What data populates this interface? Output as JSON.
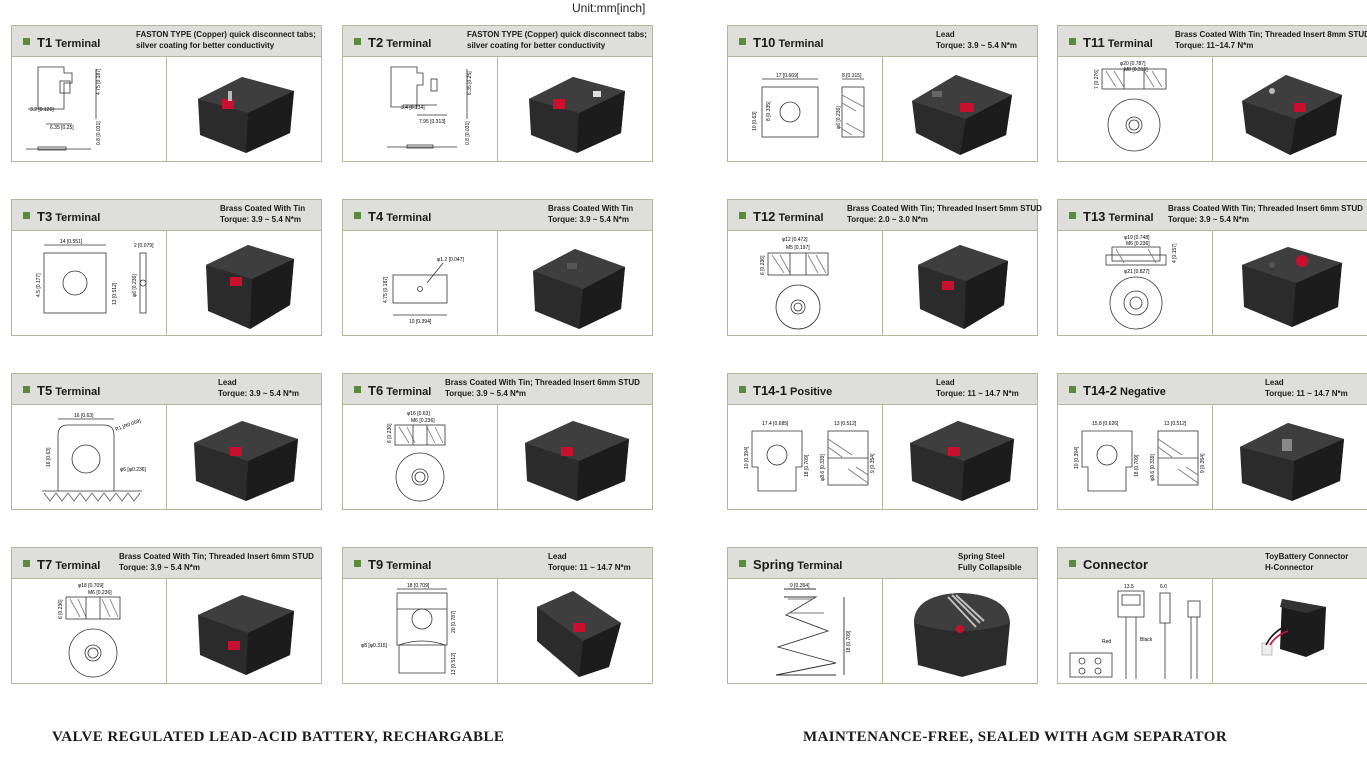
{
  "unit": "Unit:mm[inch]",
  "footer": {
    "left": "VALVE REGULATED LEAD-ACID BATTERY, RECHARGABLE",
    "right": "MAINTENANCE-FREE, SEALED  WITH AGM SEPARATOR"
  },
  "colors": {
    "accent": "#5a8a3c",
    "header_bg": "#dededb",
    "border": "#b5b79a",
    "terminal_red": "#c8102e"
  },
  "terminals": [
    {
      "id": "T1",
      "name": "T1",
      "suffix": "Terminal",
      "desc1": "FASTON TYPE (Copper) quick disconnect tabs;",
      "desc2": "silver coating for better conductivity",
      "dims": [
        "4.75 [0.187]",
        "3.2 [0.126]",
        "6.35 [0.25]",
        "0.8 [0.031]"
      ]
    },
    {
      "id": "T2",
      "name": "T2",
      "suffix": "Terminal",
      "desc1": "FASTON TYPE (Copper) quick disconnect tabs;",
      "desc2": "silver coating for better conductivity",
      "dims": [
        "6.35 [0.25]",
        "3.4 [0.134]",
        "7.95 [0.313]",
        "0.8 [0.031]"
      ]
    },
    {
      "id": "T10",
      "name": "T10",
      "suffix": "Terminal",
      "desc1": "Lead",
      "desc2": "Torque: 3.9 ~ 5.4  N*m",
      "dims": [
        "17 [0.669]",
        "8 [0.315]",
        "10 [0.63]",
        "8 [0.335]",
        "φ6 [0.236]"
      ]
    },
    {
      "id": "T11",
      "name": "T11",
      "suffix": "Terminal",
      "desc1": "Brass Coated With Tin; Threaded Insert 8mm STUD",
      "desc2": "Torque: 11~14.7  N*m",
      "dims": [
        "φ20 [0.787]",
        "M8 [0.315]",
        "7 [0.276]"
      ]
    },
    {
      "id": "T3",
      "name": "T3",
      "suffix": "Terminal",
      "desc1": "Brass Coated With Tin",
      "desc2": "Torque: 3.9 ~ 5.4 N*m",
      "dims": [
        "14 [0.551]",
        "2 [0.079]",
        "4.5 [0.177]",
        "13 [0.512]",
        "φ6 [0.236]"
      ]
    },
    {
      "id": "T4",
      "name": "T4",
      "suffix": "Terminal",
      "desc1": "Brass Coated With Tin",
      "desc2": "Torque: 3.9 ~ 5.4  N*m",
      "dims": [
        "φ1.2 [0.047]",
        "4.75 [0.187]",
        "10 [0.394]"
      ]
    },
    {
      "id": "T12",
      "name": "T12",
      "suffix": "Terminal",
      "desc1": "Brass Coated With Tin; Threaded Insert 5mm STUD",
      "desc2": "Torque: 2.0 ~ 3.0  N*m",
      "dims": [
        "φ12 [0.472]",
        "M5 [0.197]",
        "6 [0.236]"
      ]
    },
    {
      "id": "T13",
      "name": "T13",
      "suffix": "Terminal",
      "desc1": "Brass Coated With Tin; Threaded Insert 6mm STUD",
      "desc2": "Torque: 3.9 ~ 5.4  N*m",
      "dims": [
        "φ19 [0.748]",
        "M6 [0.236]",
        "φ21 [0.827]",
        "4 [0.157]"
      ]
    },
    {
      "id": "T5",
      "name": "T5",
      "suffix": "Terminal",
      "desc1": "Lead",
      "desc2": "Torque: 3.9 ~ 5.4  N*m",
      "dims": [
        "16 [0.63]",
        "R1 [R0.059]",
        "16 [0.63]",
        "φ6 [φ0.236]"
      ]
    },
    {
      "id": "T6",
      "name": "T6",
      "suffix": "Terminal",
      "desc1": "Brass Coated With Tin; Threaded Insert 6mm STUD",
      "desc2": "Torque: 3.9 ~ 5.4  N*m",
      "dims": [
        "φ16 [0.63]",
        "M6 [0.236]",
        "6 [0.236]"
      ]
    },
    {
      "id": "T14-1",
      "name": "T14-1",
      "suffix": "Positive",
      "desc1": "Lead",
      "desc2": "Torque: 11 ~ 14.7  N*m",
      "dims": [
        "17.4 [0.685]",
        "13 [0.512]",
        "10 [0.394]",
        "18 [0.709]",
        "φ8.6 [0.339]",
        "9 [0.354]"
      ]
    },
    {
      "id": "T14-2",
      "name": "T14-2",
      "suffix": "Negative",
      "desc1": "Lead",
      "desc2": "Torque: 11 ~ 14.7  N*m",
      "dims": [
        "15.8 [0.626]",
        "13 [0.512]",
        "10 [0.394]",
        "18 [0.709]",
        "φ8.6 [0.339]",
        "9 [0.354]"
      ]
    },
    {
      "id": "T7",
      "name": "T7",
      "suffix": "Terminal",
      "desc1": "Brass Coated With Tin; Threaded Insert 6mm STUD",
      "desc2": "Torque: 3.9 ~ 5.4  N*m",
      "dims": [
        "φ18 [0.709]",
        "M6 [0.236]",
        "6 [0.236]"
      ]
    },
    {
      "id": "T9",
      "name": "T9",
      "suffix": "Terminal",
      "desc1": "Lead",
      "desc2": "Torque: 11 ~ 14.7  N*m",
      "dims": [
        "18 [0.709]",
        "20 [0.787]",
        "φ8 [φ0.315]",
        "13 [0.512]"
      ]
    },
    {
      "id": "Spring",
      "name": "Spring",
      "suffix": "Terminal",
      "desc1": "Spring Steel",
      "desc2": "Fully Collapsible",
      "dims": [
        "9 [0.354]",
        "18 [0.709]"
      ]
    },
    {
      "id": "Connector",
      "name": "Connector",
      "suffix": "",
      "desc1": "ToyBattery Connector",
      "desc2": "H-Connector",
      "dims": [
        "13.5",
        "6.0",
        "Red",
        "Black"
      ]
    }
  ]
}
